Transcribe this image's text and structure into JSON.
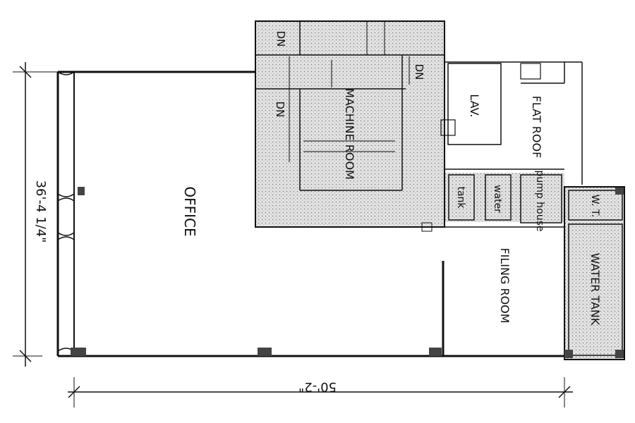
{
  "rooms": {
    "office": "OFFICE",
    "machine_room": "MACHINE ROOM",
    "lav": "LAV.",
    "flat_roof": "FLAT ROOF",
    "pump_house": "pump house",
    "water": "water",
    "tank": "tank",
    "wt": "W. T.",
    "water_tank": "WATER TANK",
    "filing_room": "FILING ROOM"
  },
  "stairs": {
    "dn_1": "DN",
    "dn_2": "DN",
    "dn_3": "DN"
  },
  "dimensions": {
    "height": "36'-4 1/4\"",
    "width": "50'-2\""
  },
  "colors": {
    "line": "#111111",
    "hatch_bg": "#e4e4e4",
    "hatch_dot": "#8a8a8a"
  }
}
